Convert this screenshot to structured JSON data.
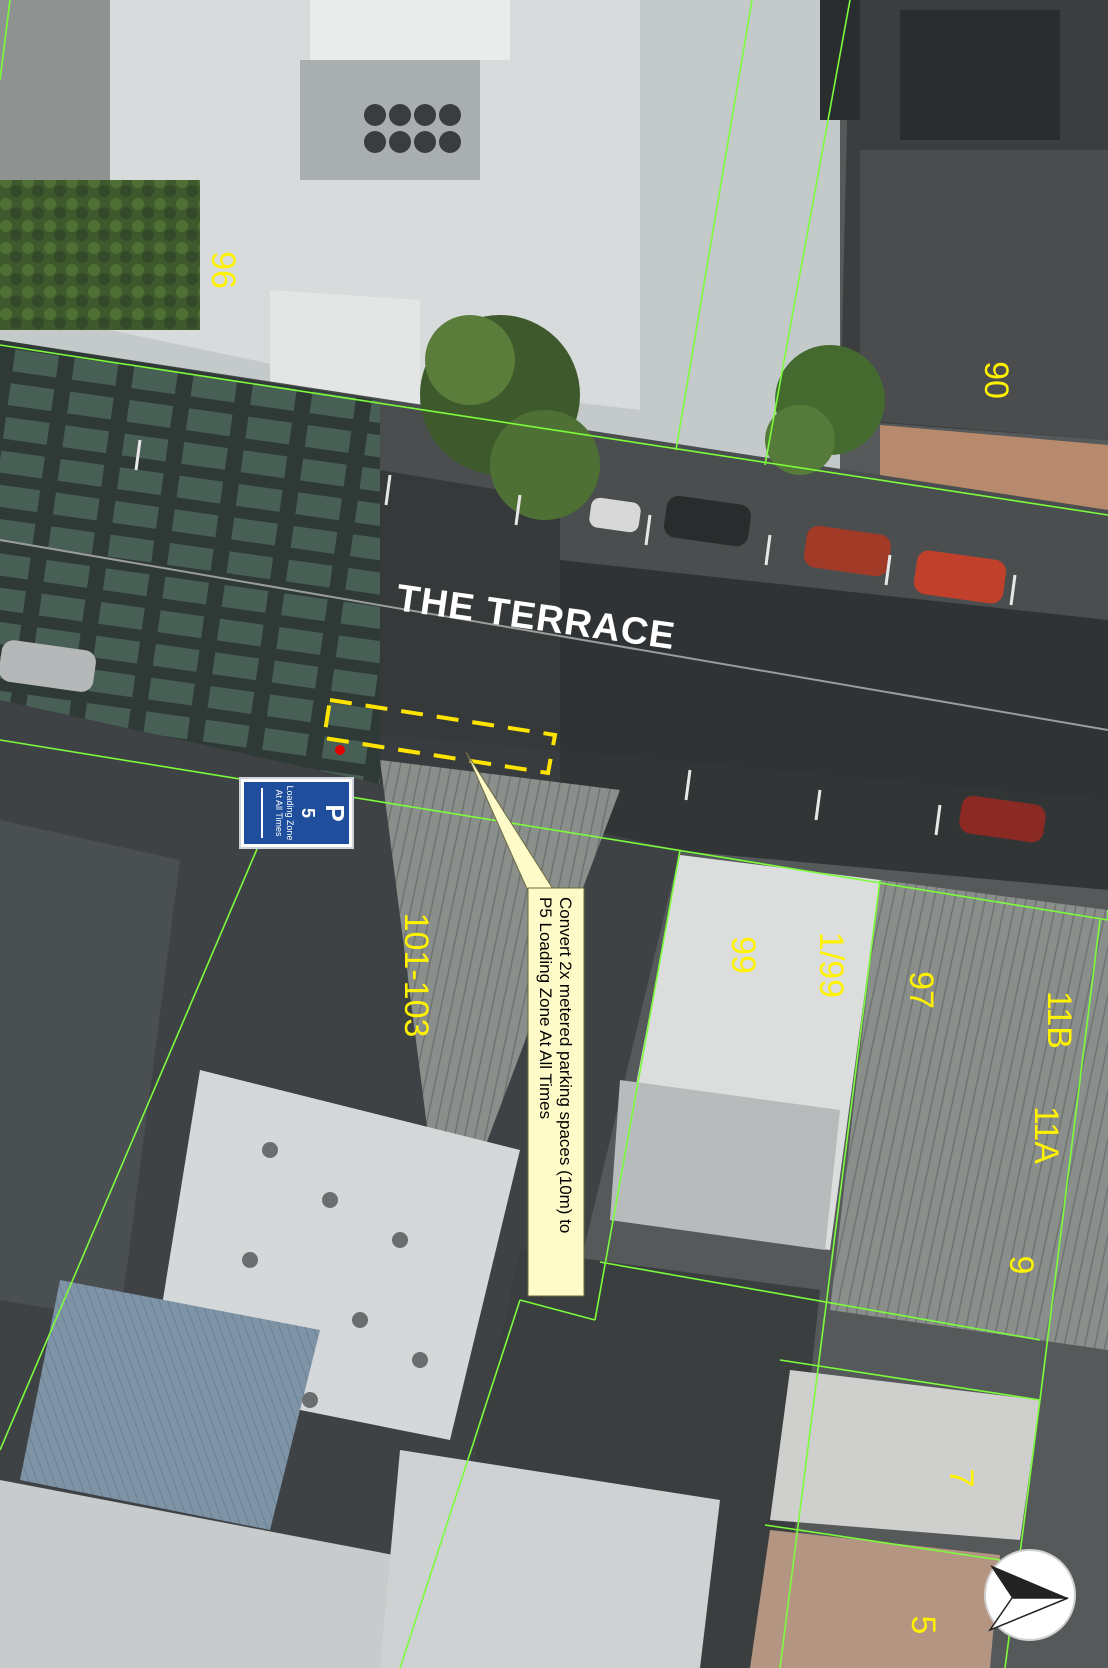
{
  "map": {
    "street_name": "THE TERRACE",
    "parcel_numbers": [
      "96",
      "90",
      "101-103",
      "99",
      "1/99",
      "97",
      "11B",
      "11A",
      "9",
      "7",
      "5"
    ],
    "annotation": {
      "line1": "Convert 2x metered parking spaces (10m) to",
      "line2": "P5 Loading Zone At All Times"
    },
    "sign": {
      "letter": "P",
      "number": "5",
      "line1": "Loading Zone",
      "line2": "At All Times"
    },
    "north_arrow": "north-arrow-icon",
    "colors": {
      "parcel_line": "#7CFC3C",
      "parcel_label": "#FFF200",
      "proposal_outline": "#FFE400",
      "marker": "#E00000",
      "callout_fill": "#FFFBC8",
      "sign_blue": "#1F4E9C"
    }
  }
}
